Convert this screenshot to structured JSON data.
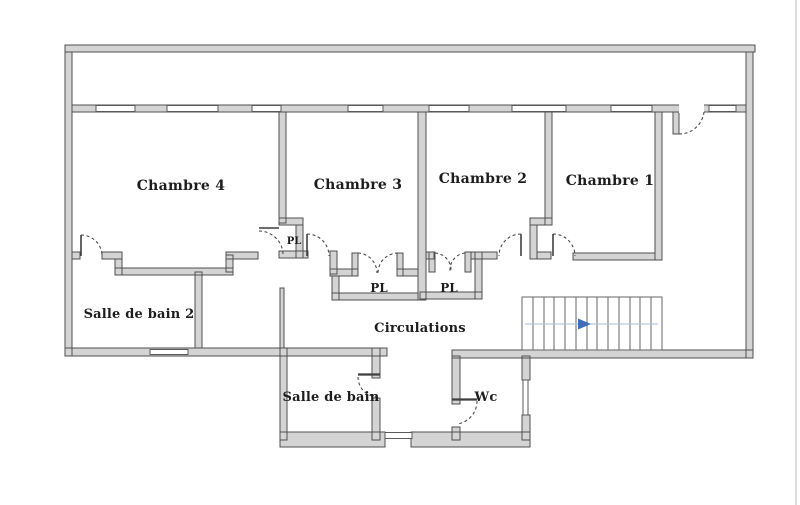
{
  "floorplan": {
    "rooms": [
      {
        "id": "chambre-4",
        "label": "Chambre 4"
      },
      {
        "id": "chambre-3",
        "label": "Chambre 3"
      },
      {
        "id": "chambre-2",
        "label": "Chambre 2"
      },
      {
        "id": "chambre-1",
        "label": "Chambre 1"
      },
      {
        "id": "salle-de-bain-2",
        "label": "Salle de bain 2"
      },
      {
        "id": "circulations",
        "label": "Circulations"
      },
      {
        "id": "salle-de-bain",
        "label": "Salle de bain"
      },
      {
        "id": "wc",
        "label": "Wc"
      }
    ],
    "closets": [
      {
        "id": "pl-1",
        "label": "PL"
      },
      {
        "id": "pl-2",
        "label": "PL"
      },
      {
        "id": "pl-3",
        "label": "PL"
      }
    ],
    "stairs": {
      "arrow_direction": "right",
      "tread_count": 13
    },
    "colors": {
      "background": "#ffffff",
      "wall_fill": "#d4d4d4",
      "wall_stroke": "#4f4f4f",
      "door_arc": "#4a4a4a",
      "stair_guide": "#abbdd8",
      "stair_arrow": "#3b70b6",
      "label_text": "#1d1d1d"
    }
  }
}
